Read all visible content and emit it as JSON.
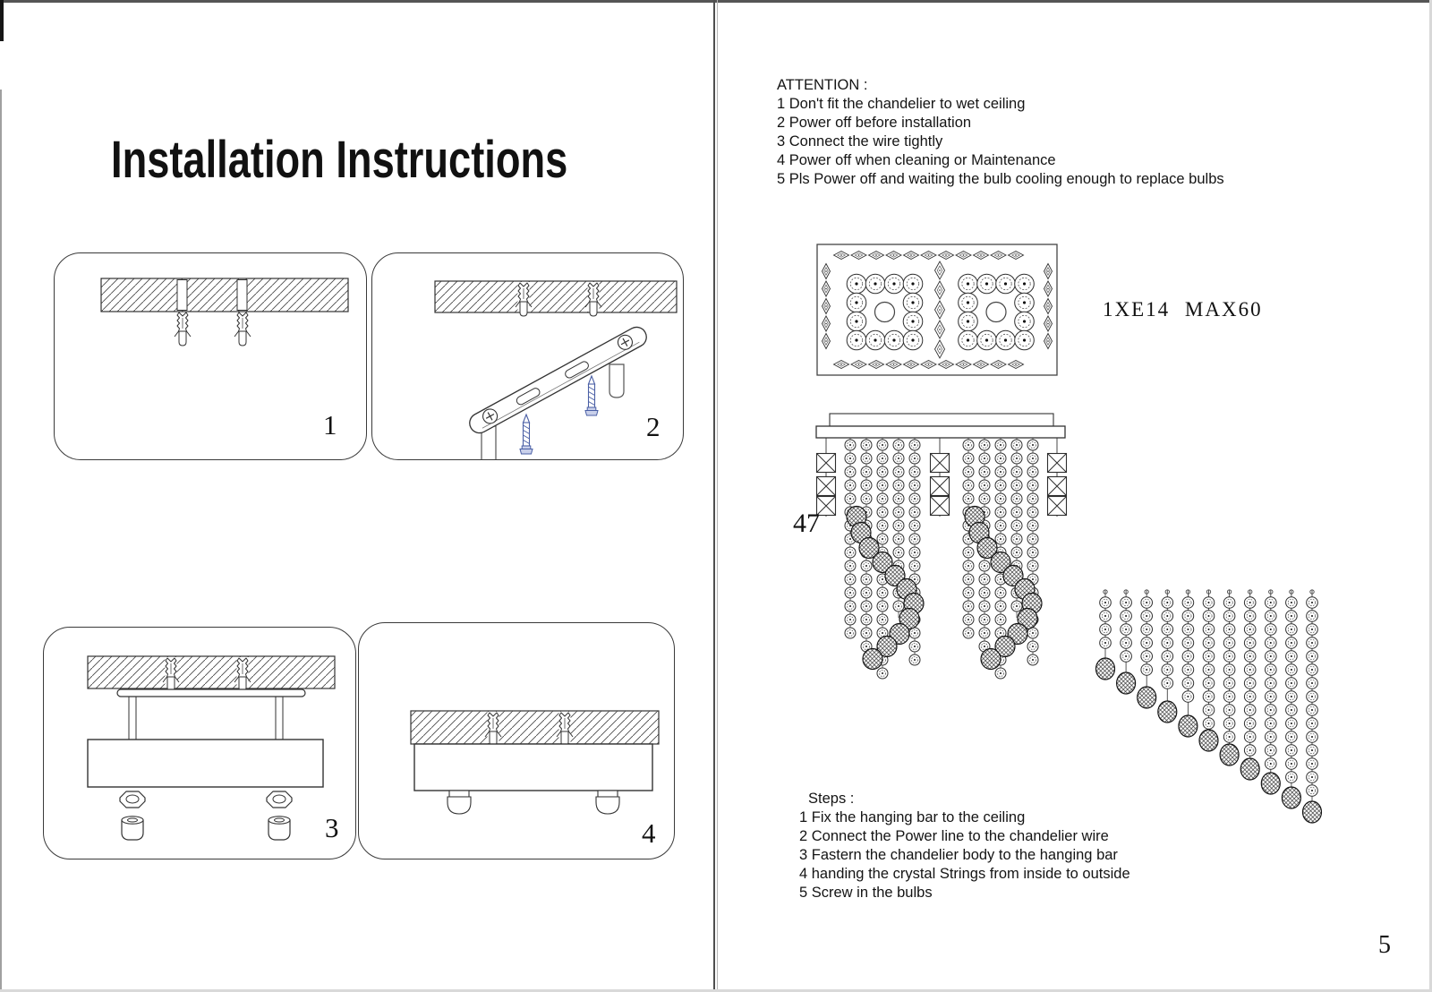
{
  "page_left": {
    "title": "Installation Instructions",
    "figures": [
      {
        "number": "1"
      },
      {
        "number": "2"
      },
      {
        "number": "3"
      },
      {
        "number": "4"
      }
    ]
  },
  "page_right": {
    "attention": {
      "heading": "ATTENTION :",
      "items": [
        "1 Don't fit the chandelier to wet ceiling",
        "2 Power off before installation",
        "3 Connect the wire tightly",
        "4 Power off when cleaning or Maintenance",
        "5 Pls Power off and waiting the bulb cooling enough to replace bulbs"
      ]
    },
    "bulb_spec": "1XE14 MAX60",
    "string_count_label": "47",
    "steps": {
      "heading": "Steps :",
      "items": [
        "1 Fix the hanging bar to the ceiling",
        "2 Connect the Power line to the chandelier wire",
        "3 Fastern the chandelier body to the hanging bar",
        "4 handing the crystal Strings from inside to outside",
        "5 Screw in the bulbs"
      ]
    },
    "page_number": "5"
  },
  "colors": {
    "ink": "#1a1a1a",
    "screw_accent": "#4a5fa5",
    "scan_edge_dark": "#555555",
    "scan_edge_light": "#d8d8d8"
  }
}
